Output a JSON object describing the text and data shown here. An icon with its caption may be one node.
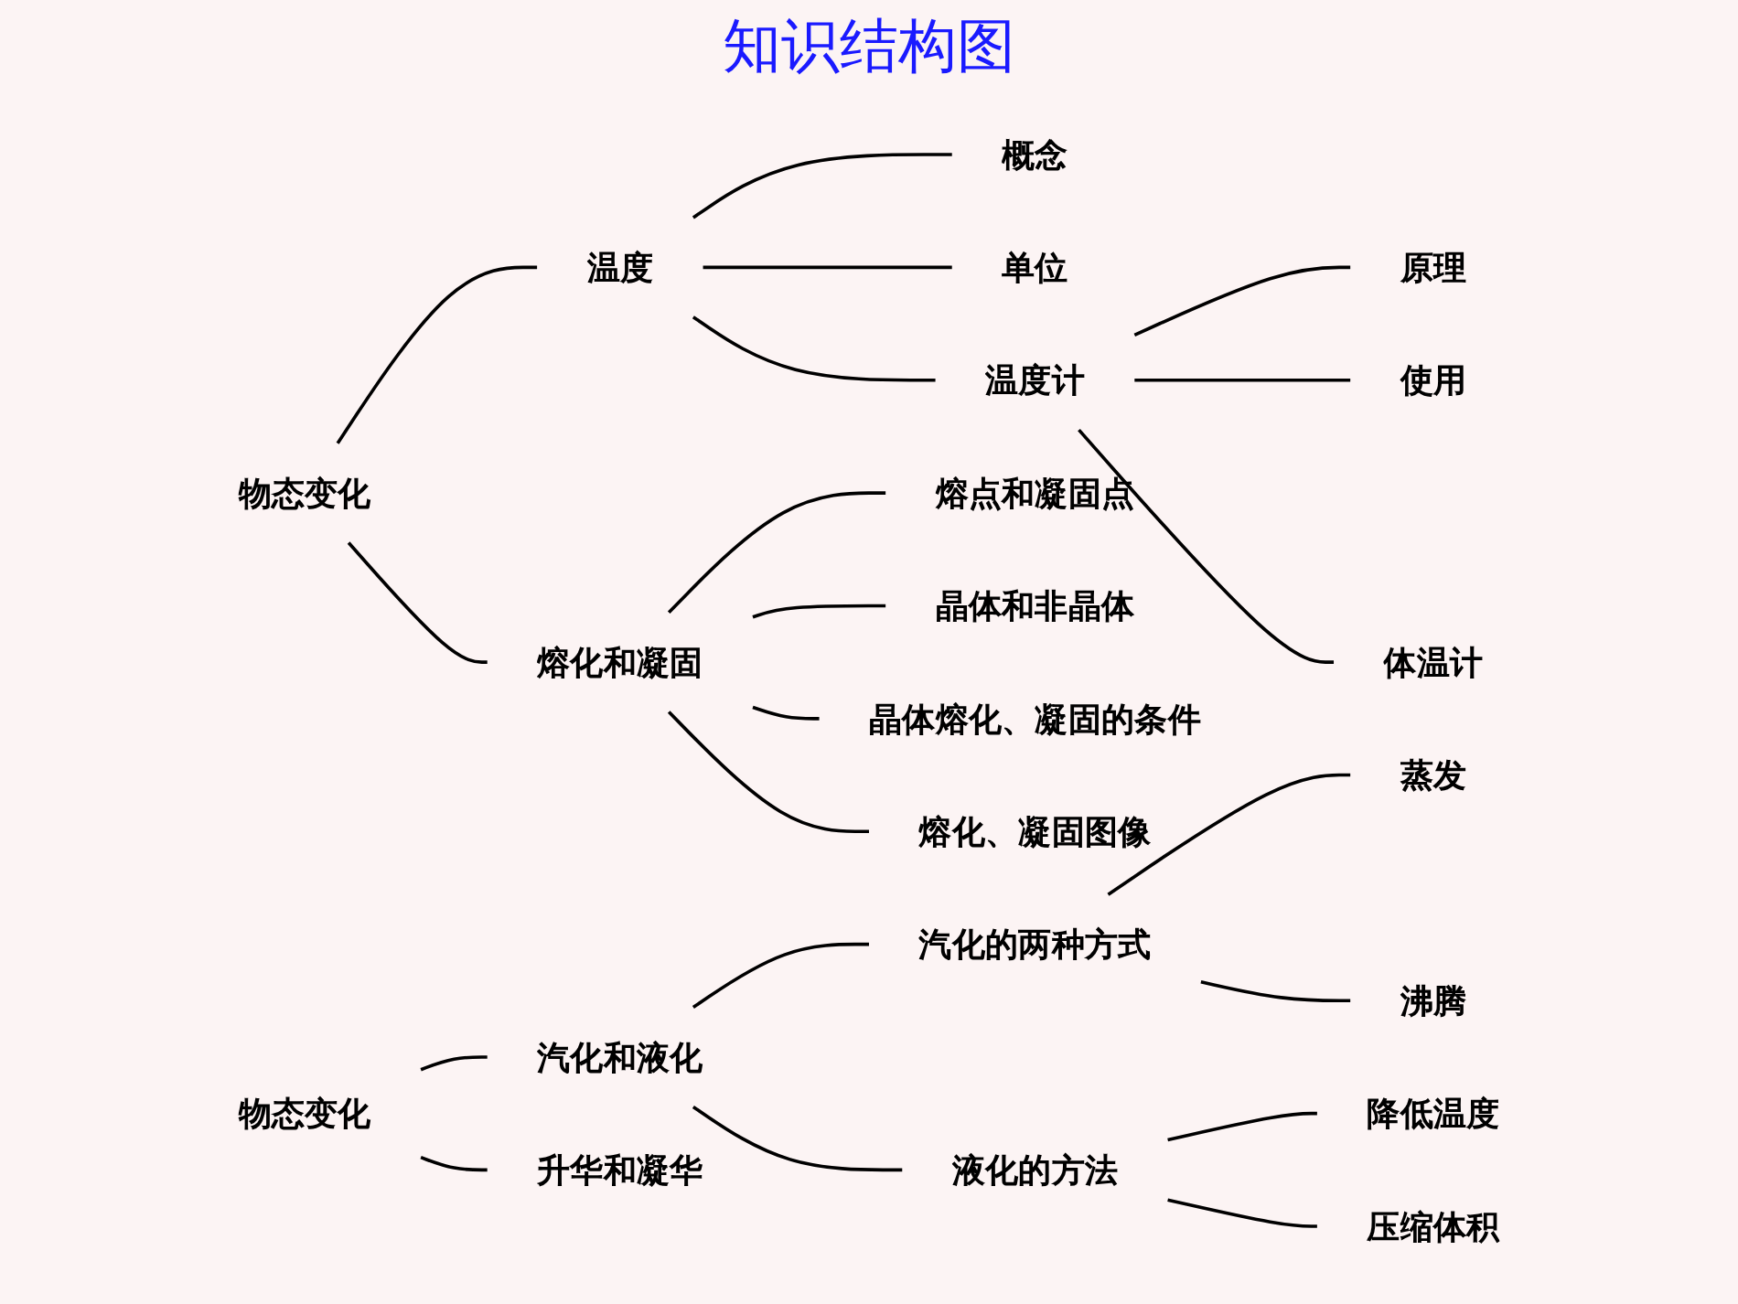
{
  "diagram": {
    "title": "知识结构图",
    "nodes": [
      {
        "text": [
          "物态变化"
        ]
      },
      {
        "text": [
          "温度"
        ]
      },
      {
        "text": [
          "概念"
        ]
      },
      {
        "text": [
          "单位"
        ]
      },
      {
        "text": [
          "温度计"
        ]
      },
      {
        "text": [
          "原理"
        ]
      },
      {
        "text": [
          "使用"
        ]
      },
      {
        "text": [
          "体温计"
        ]
      },
      {
        "text": [
          "熔化和凝固"
        ]
      },
      {
        "text": [
          "熔点和凝固点"
        ]
      },
      {
        "text": [
          "晶体和非晶体"
        ]
      },
      {
        "text": [
          "晶体熔化、凝固的条件"
        ]
      },
      {
        "text": [
          "熔化、凝固图像"
        ]
      },
      {
        "text": [
          "物态变化"
        ]
      },
      {
        "text": [
          "汽化和液化"
        ]
      },
      {
        "text": [
          "汽化的两种方式"
        ]
      },
      {
        "text": [
          "蒸发"
        ]
      },
      {
        "text": [
          "沸腾"
        ]
      },
      {
        "text": [
          "液化的方法"
        ]
      },
      {
        "text": [
          "降低温度"
        ]
      },
      {
        "text": [
          "压缩体积"
        ]
      },
      {
        "text": [
          "升华和凝华"
        ]
      }
    ],
    "edges": [
      {
        "from": 0,
        "to": 1,
        "arrow": "none"
      },
      {
        "from": 0,
        "to": 8,
        "arrow": "none"
      },
      {
        "from": 1,
        "to": 2,
        "arrow": "none"
      },
      {
        "from": 1,
        "to": 3,
        "arrow": "none"
      },
      {
        "from": 1,
        "to": 4,
        "arrow": "none"
      },
      {
        "from": 4,
        "to": 5,
        "arrow": "none"
      },
      {
        "from": 4,
        "to": 6,
        "arrow": "none"
      },
      {
        "from": 4,
        "to": 7,
        "arrow": "none"
      },
      {
        "from": 8,
        "to": 9,
        "arrow": "none"
      },
      {
        "from": 8,
        "to": 10,
        "arrow": "none"
      },
      {
        "from": 8,
        "to": 11,
        "arrow": "none"
      },
      {
        "from": 8,
        "to": 12,
        "arrow": "none"
      },
      {
        "from": 13,
        "to": 14,
        "arrow": "none"
      },
      {
        "from": 13,
        "to": 21,
        "arrow": "none"
      },
      {
        "from": 14,
        "to": 15,
        "arrow": "none"
      },
      {
        "from": 14,
        "to": 18,
        "arrow": "none"
      },
      {
        "from": 15,
        "to": 16,
        "arrow": "none"
      },
      {
        "from": 15,
        "to": 17,
        "arrow": "none"
      },
      {
        "from": 18,
        "to": 19,
        "arrow": "none"
      },
      {
        "from": 18,
        "to": 20,
        "arrow": "none"
      }
    ]
  }
}
